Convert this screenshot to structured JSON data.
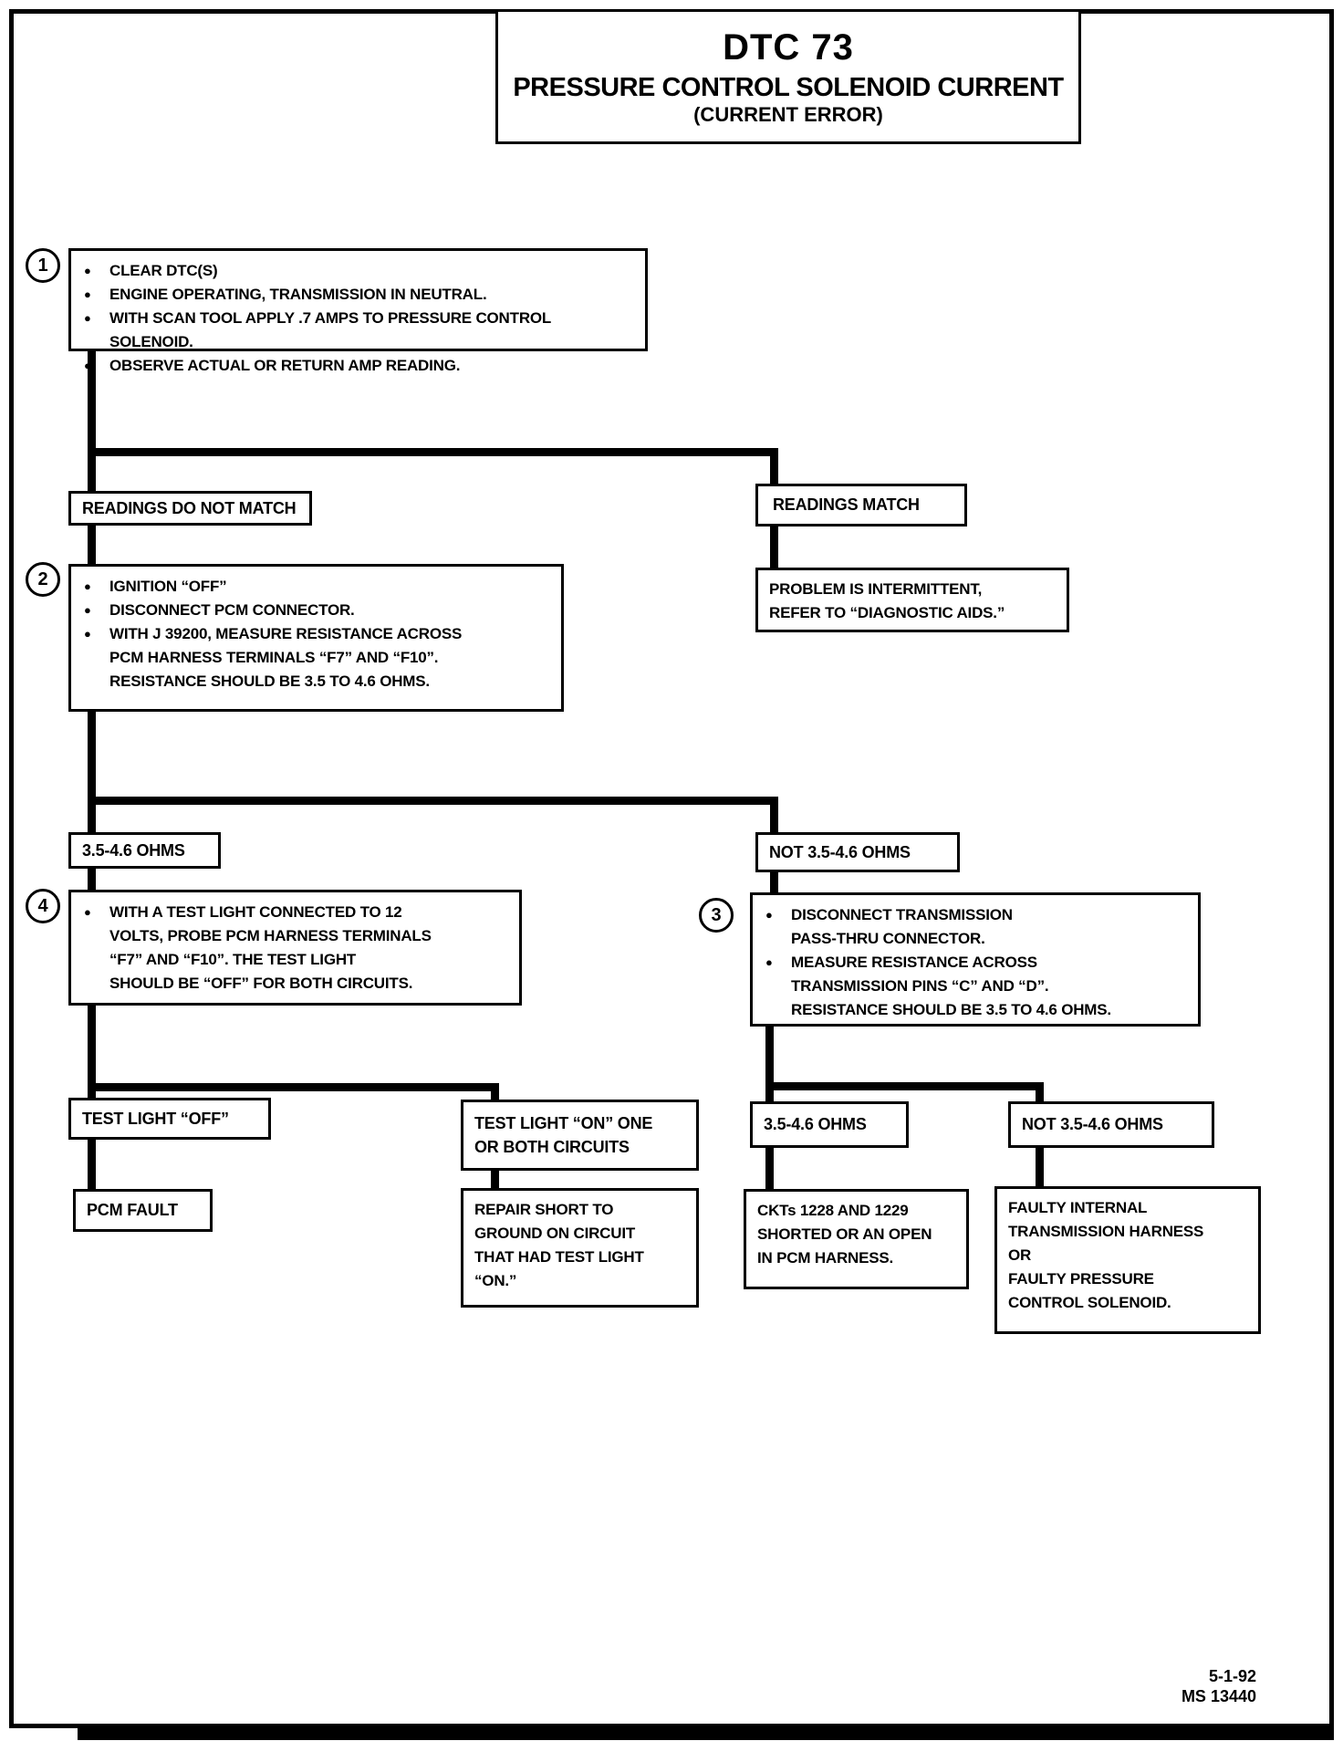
{
  "header": {
    "code": "DTC 73",
    "title": "PRESSURE CONTROL SOLENOID CURRENT",
    "subtitle": "(CURRENT ERROR)"
  },
  "steps": {
    "step1": {
      "number": "1",
      "items": [
        "CLEAR DTC(S)",
        "ENGINE OPERATING, TRANSMISSION IN NEUTRAL.",
        "WITH SCAN TOOL APPLY .7 AMPS TO PRESSURE CONTROL SOLENOID.",
        "OBSERVE ACTUAL OR RETURN AMP READING."
      ]
    },
    "step2": {
      "number": "2",
      "items": [
        "IGNITION “OFF”",
        "DISCONNECT PCM CONNECTOR.",
        "WITH J 39200, MEASURE RESISTANCE ACROSS\nPCM HARNESS TERMINALS “F7” AND “F10”.\nRESISTANCE SHOULD BE 3.5 TO 4.6 OHMS."
      ]
    },
    "step3": {
      "number": "3",
      "items": [
        "DISCONNECT TRANSMISSION\nPASS-THRU CONNECTOR.",
        "MEASURE RESISTANCE ACROSS\nTRANSMISSION PINS “C” AND “D”.\nRESISTANCE SHOULD BE 3.5 TO 4.6 OHMS."
      ]
    },
    "step4": {
      "number": "4",
      "items": [
        "WITH A TEST LIGHT CONNECTED TO 12\nVOLTS, PROBE PCM HARNESS TERMINALS\n“F7” AND “F10”.  THE TEST LIGHT\nSHOULD BE “OFF” FOR BOTH CIRCUITS."
      ]
    }
  },
  "branches": {
    "readings_do_not_match": "READINGS DO NOT MATCH",
    "readings_match": "READINGS MATCH",
    "ohms_in_range_1": "3.5-4.6 OHMS",
    "ohms_out_of_range_1": "NOT 3.5-4.6 OHMS",
    "test_light_off": "TEST LIGHT “OFF”",
    "test_light_on": "TEST LIGHT “ON” ONE\nOR BOTH CIRCUITS",
    "ohms_in_range_2": "3.5-4.6 OHMS",
    "ohms_out_of_range_2": "NOT 3.5-4.6 OHMS"
  },
  "results": {
    "intermittent": "PROBLEM IS INTERMITTENT,\nREFER TO “DIAGNOSTIC AIDS.”",
    "pcm_fault": "PCM FAULT",
    "repair_short": "REPAIR SHORT TO\nGROUND ON CIRCUIT\nTHAT HAD TEST LIGHT\n“ON.”",
    "ckts_shorted": "CKTs 1228 AND 1229\nSHORTED OR AN OPEN\nIN PCM HARNESS.",
    "faulty_internal": "FAULTY INTERNAL\nTRANSMISSION HARNESS\nOR\nFAULTY PRESSURE\nCONTROL SOLENOID."
  },
  "footer": {
    "date": "5-1-92",
    "doc_number": "MS 13440"
  }
}
